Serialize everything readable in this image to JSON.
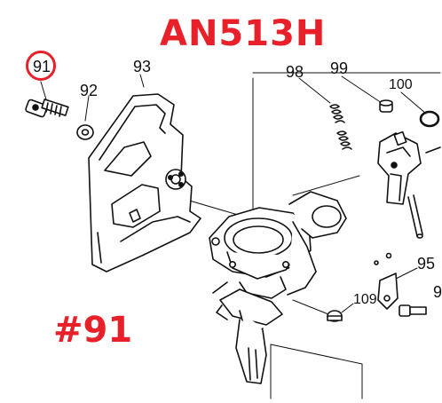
{
  "title": "AN513H",
  "highlight": "#91",
  "callouts": [
    "91",
    "92",
    "93",
    "98",
    "99",
    "100",
    "95",
    "109",
    "9"
  ],
  "colors": {
    "accent": "#e8202a",
    "line": "#111111",
    "fill": "#ffffff"
  }
}
